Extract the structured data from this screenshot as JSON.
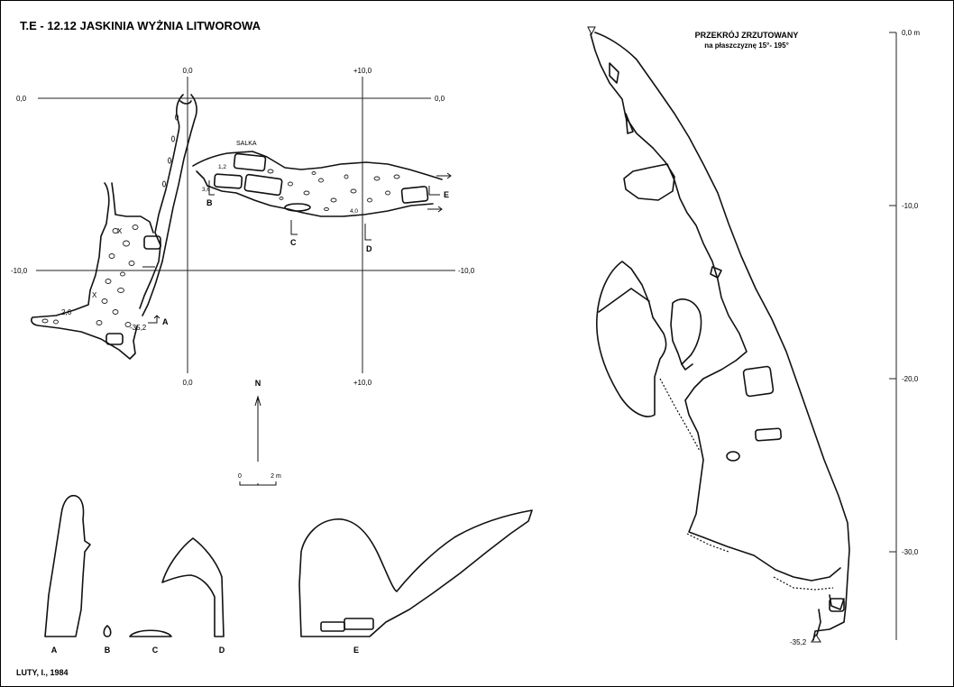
{
  "title": "T.E - 12.12  JASKINIA WYŻNIA LITWOROWA",
  "author": "LUTY, I., 1984",
  "plan": {
    "grid_labels": {
      "top_x0": "0,0",
      "top_x10": "+10,0",
      "left_y0": "0,0",
      "right_y0": "0,0",
      "left_ym10": "-10,0",
      "right_ym10": "-10,0",
      "bottom_x0": "0,0",
      "bottom_x10": "+10,0"
    },
    "salka": "SALKA",
    "depths": [
      "1,2",
      "3,6",
      "2,6",
      "-35,2",
      "4,0"
    ],
    "section_marks": [
      "A",
      "B",
      "C",
      "D",
      "E"
    ],
    "x_marks": [
      "X",
      "X"
    ],
    "north": "N",
    "scale": {
      "start": "0",
      "end": "2 m"
    }
  },
  "profile": {
    "title_line1": "PRZEKRÓJ ZRZUTOWANY",
    "title_line2": "na płaszczyznę 15°- 195°",
    "depth_ticks": [
      "0,0 m",
      "-10,0",
      "-20,0",
      "-30,0"
    ],
    "bottom_depth": "-35,2"
  },
  "cross_sections": [
    "A",
    "B",
    "C",
    "D",
    "E"
  ]
}
